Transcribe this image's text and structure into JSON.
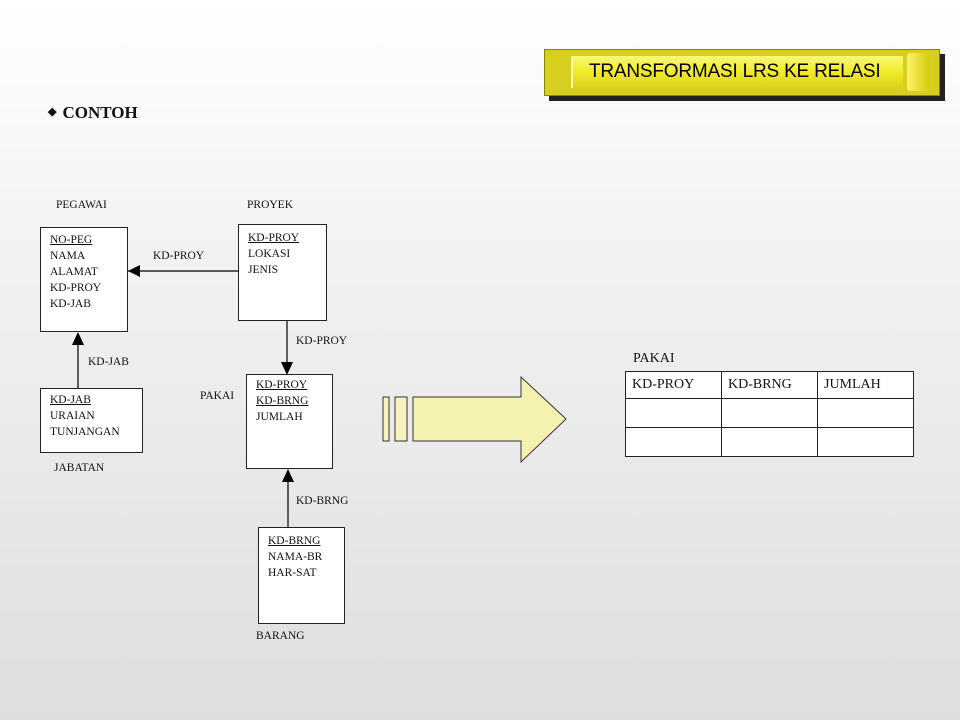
{
  "title": "TRANSFORMASI  LRS KE RELASI",
  "heading": "CONTOH",
  "bullet_icon": "diamond-bullet",
  "entities": {
    "pegawai": {
      "name": "PEGAWAI",
      "fields": [
        "NO-PEG",
        "NAMA",
        "ALAMAT",
        "KD-PROY",
        "KD-JAB"
      ]
    },
    "proyek": {
      "name": "PROYEK",
      "fields": [
        "KD-PROY",
        "LOKASI",
        "JENIS"
      ]
    },
    "jabatan": {
      "name": "JABATAN",
      "fields": [
        "KD-JAB",
        "URAIAN",
        "TUNJANGAN"
      ]
    },
    "pakai": {
      "name": "PAKAI",
      "fields": [
        "KD-PROY",
        "KD-BRNG",
        "JUMLAH"
      ]
    },
    "barang": {
      "name": "BARANG",
      "fields": [
        "KD-BRNG",
        "NAMA-BR",
        "HAR-SAT"
      ]
    }
  },
  "relations": {
    "proyek_pegawai": "KD-PROY",
    "jabatan_pegawai": "KD-JAB",
    "proyek_pakai": "KD-PROY",
    "barang_pakai": "KD-BRNG"
  },
  "result_table": {
    "name": "PAKAI",
    "columns": [
      "KD-PROY",
      "KD-BRNG",
      "JUMLAH"
    ],
    "rows": [
      [
        "",
        "",
        ""
      ],
      [
        "",
        "",
        ""
      ]
    ]
  },
  "colors": {
    "banner": "#d6cf20",
    "banner_light": "#f3ec2c",
    "arrow_fill": "#f5f1b0"
  }
}
